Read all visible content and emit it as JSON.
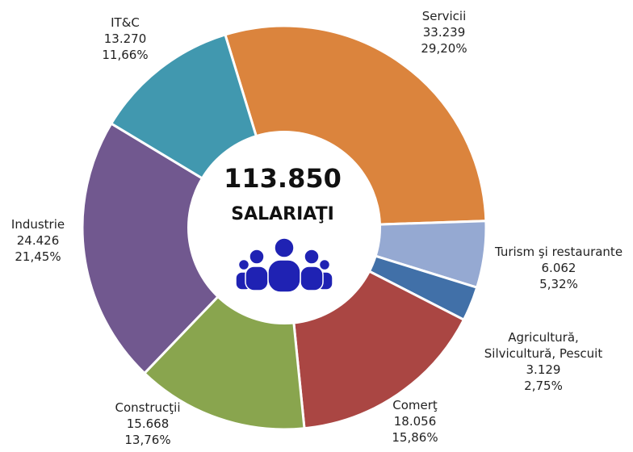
{
  "chart_data": {
    "type": "pie",
    "variant": "donut",
    "center": {
      "total": "113.850",
      "unit": "SALARIAŢI",
      "icon": "people-group-icon"
    },
    "slices": [
      {
        "name": "Servicii",
        "value_text": "33.239",
        "value": 33239,
        "percent_text": "29,20%",
        "percent": 29.2,
        "color": "#db843d"
      },
      {
        "name": "Turism şi restaurante",
        "value_text": "6.062",
        "value": 6062,
        "percent_text": "5,32%",
        "percent": 5.32,
        "color": "#95a9d2"
      },
      {
        "name": "Agricultură, Silvicultură, Pescuit",
        "name_lines": [
          "Agricultură,",
          "Silvicultură, Pescuit"
        ],
        "value_text": "3.129",
        "value": 3129,
        "percent_text": "2,75%",
        "percent": 2.75,
        "color": "#4170a8"
      },
      {
        "name": "Comerţ",
        "value_text": "18.056",
        "value": 18056,
        "percent_text": "15,86%",
        "percent": 15.86,
        "color": "#aa4643"
      },
      {
        "name": "Construcţii",
        "value_text": "15.668",
        "value": 15668,
        "percent_text": "13,76%",
        "percent": 13.76,
        "color": "#89a54e"
      },
      {
        "name": "Industrie",
        "value_text": "24.426",
        "value": 24426,
        "percent_text": "21,45%",
        "percent": 21.45,
        "color": "#71588f"
      },
      {
        "name": "IT&C",
        "value_text": "13.270",
        "value": 13270,
        "percent_text": "11,66%",
        "percent": 11.66,
        "color": "#4198af"
      }
    ],
    "icon_color": "#1f22b3"
  }
}
